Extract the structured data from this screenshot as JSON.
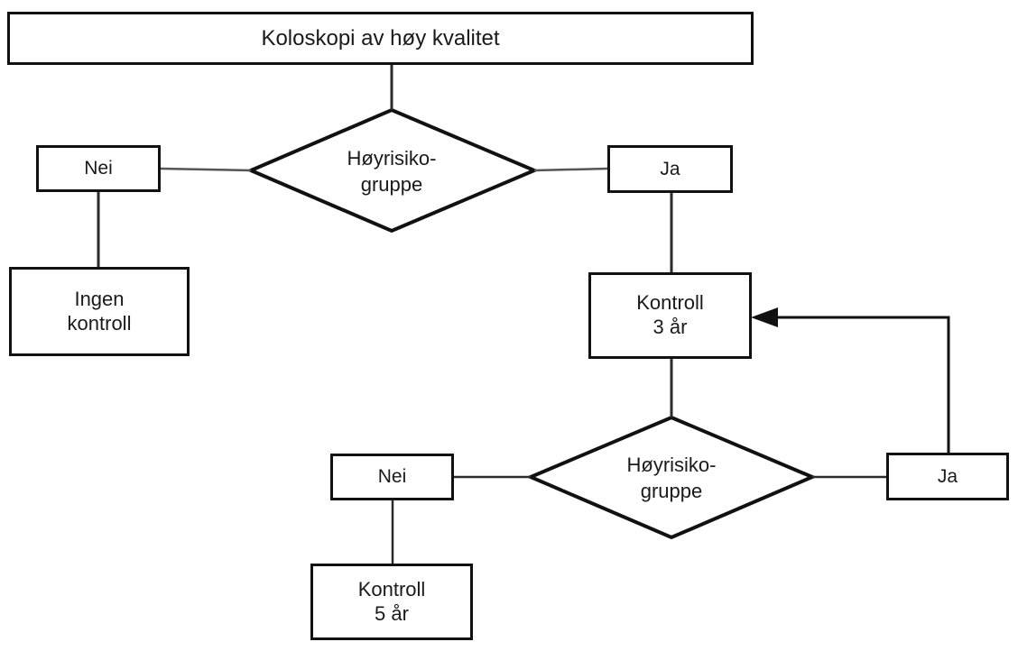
{
  "diagram": {
    "title_box": {
      "label": "Koloskopi av høy kvalitet"
    },
    "decision_1": {
      "label": "Høyrisiko-\ngruppe"
    },
    "branch_1_no": {
      "label": "Nei"
    },
    "branch_1_yes": {
      "label": "Ja"
    },
    "outcome_no_followup": {
      "label": "Ingen\nkontroll"
    },
    "outcome_control_3": {
      "label": "Kontroll\n3 år"
    },
    "decision_2": {
      "label": "Høyrisiko-\ngruppe"
    },
    "branch_2_no": {
      "label": "Nei"
    },
    "branch_2_yes": {
      "label": "Ja"
    },
    "outcome_control_5": {
      "label": "Kontroll\n5 år"
    },
    "colors": {
      "stroke": "#111111",
      "thin_stroke": "#2b2b2b",
      "background": "#ffffff",
      "text": "#1a1a1a"
    }
  }
}
